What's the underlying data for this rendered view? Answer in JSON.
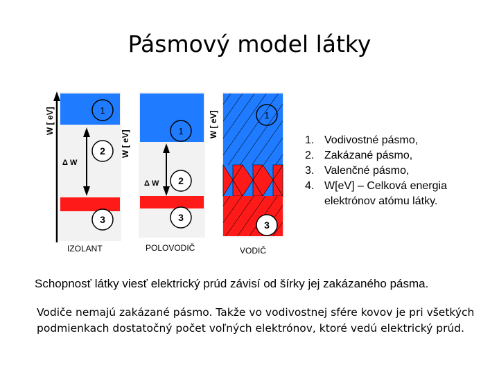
{
  "title": "Pásmový model látky",
  "diagram": {
    "panels": [
      {
        "label": "IZOLANT",
        "axis": "W [ eV]",
        "gap_label": "Δ W"
      },
      {
        "label": "POLOVODIČ",
        "axis": "W [ eV]",
        "gap_label": "Δ W"
      },
      {
        "label": "VODIČ",
        "axis": "W [ eV]"
      }
    ],
    "band_numbers": [
      "1",
      "2",
      "3"
    ],
    "colors": {
      "conduction": "#1f7bff",
      "valence": "#ff1a1a",
      "outline": "#000000"
    }
  },
  "legend": [
    {
      "num": "1.",
      "text": "Vodivostné pásmo,"
    },
    {
      "num": "2.",
      "text": "Zakázané pásmo,"
    },
    {
      "num": "3.",
      "text": "Valenčné pásmo,"
    },
    {
      "num": "4.",
      "text": "W[eV] – Celková energia elektrónov atómu látky."
    }
  ],
  "sentence1": "Schopnosť látky viesť elektrický prúd závisí od šírky jej zakázaného pásma.",
  "sentence2": "Vodiče nemajú zakázané pásmo. Takže vo vodivostnej sfére kovov je pri všetkých podmienkach dostatočný počet voľných elektrónov, ktoré vedú elektrický prúd."
}
